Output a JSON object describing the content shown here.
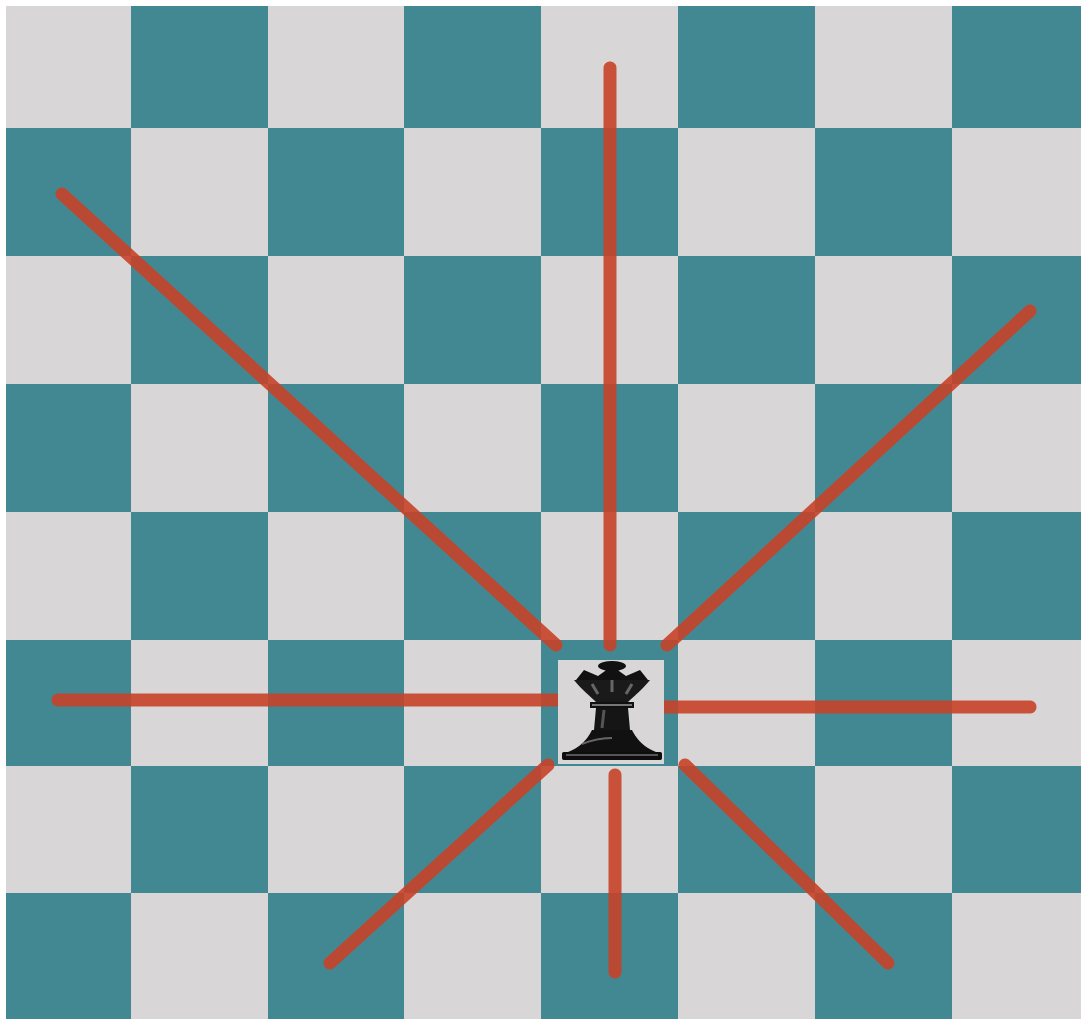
{
  "board": {
    "files": 8,
    "ranks": 8,
    "light_color": "#d8d6d7",
    "dark_color": "#428893",
    "top_left_color": "light"
  },
  "piece": {
    "type": "queen",
    "color": "black",
    "icon": "black-queen-icon",
    "square": "e3"
  },
  "move_lines": {
    "color": "#c8432a",
    "directions": [
      "north",
      "south",
      "east",
      "west",
      "north-east",
      "north-west",
      "south-east",
      "south-west"
    ]
  }
}
